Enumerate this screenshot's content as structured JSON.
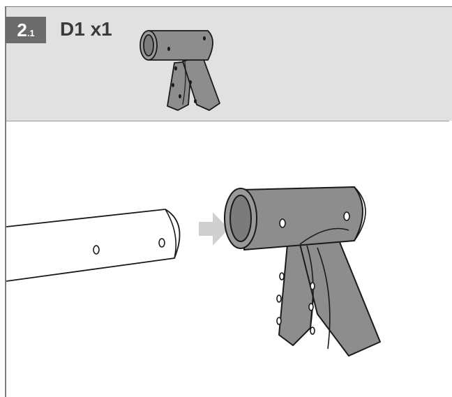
{
  "step": {
    "major": "2",
    "minor": ".1"
  },
  "part": {
    "label": "D1 x1"
  },
  "icons": {
    "thumbnail": "t-connector-part-icon",
    "tube": "tube-illustration",
    "arrow": "insert-arrow-icon",
    "connector": "t-connector-illustration"
  },
  "colors": {
    "badge": "#6b6b6b",
    "header_panel": "#e1e1e1",
    "part_fill": "#8d8d8d",
    "arrow": "#cfcfcf"
  }
}
